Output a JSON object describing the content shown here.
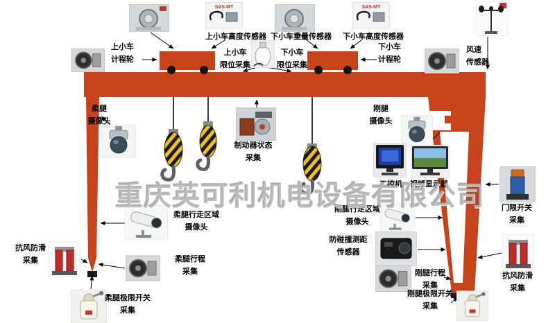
{
  "watermark": "重庆英可利机电设备有限公司",
  "colors": {
    "crane": "#c7431b",
    "hook_yellow": "#f2c01d"
  },
  "badges": {
    "sas": "SAS-MT"
  },
  "labels": {
    "upper_trolley_height_sensor": "上小车高度传感器",
    "lower_trolley_weight_sensor": "下小车重量传感器",
    "lower_trolley_height_sensor": "下小车高度传感器",
    "upper_trolley_odometer": "上小车\n计程轮",
    "upper_trolley_limit": "上小车\n限位采集",
    "lower_trolley_limit": "下小车\n限位采集",
    "lower_trolley_odometer": "下小车\n计程轮",
    "wind_speed_sensor": "风速\n传感器",
    "flex_leg_camera": "柔腿\n摄像头",
    "rigid_leg_camera": "刚腿\n摄像头",
    "brake_status": "制动器状态\n采集",
    "industrial_pc": "工控机",
    "video_display": "视频显示器",
    "door_limit_switch": "门限开关\n采集",
    "flex_leg_area_camera": "柔腿行走区域\n摄像头",
    "rigid_leg_area_camera": "刚腿行走区域\n摄像头",
    "anti_collision_sensor": "防碰撞测距\n传感器",
    "wind_slip_left": "抗风防滑\n采集",
    "flex_leg_travel": "柔腿行程\n采集",
    "rigid_leg_travel": "刚腿行程\n采集",
    "wind_slip_right": "抗风防滑\n采集",
    "flex_leg_limit_switch": "柔腿极限开关\n采集",
    "rigid_leg_limit_switch": "刚腿极限开关\n采集"
  }
}
